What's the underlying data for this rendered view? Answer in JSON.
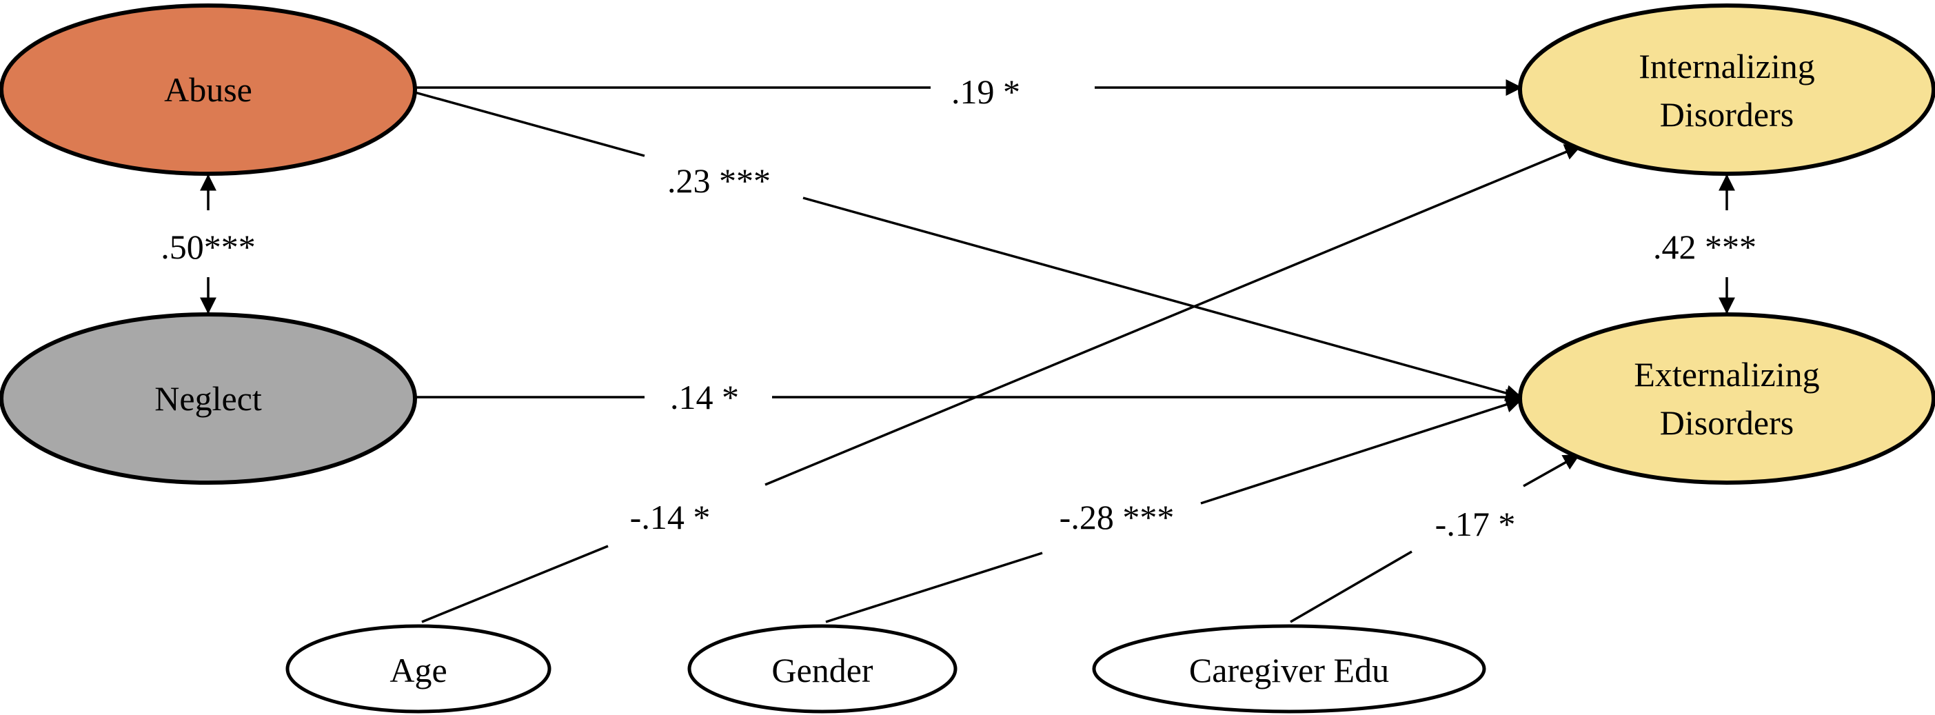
{
  "nodes": {
    "abuse": {
      "label": "Abuse",
      "fill": "#DC7B52"
    },
    "neglect": {
      "label": "Neglect",
      "fill": "#A8A8A8"
    },
    "internalizing": {
      "line1": "Internalizing",
      "line2": "Disorders",
      "fill": "#F7E195"
    },
    "externalizing": {
      "line1": "Externalizing",
      "line2": "Disorders",
      "fill": "#F7E195"
    },
    "age": {
      "label": "Age",
      "fill": "#FFFFFF"
    },
    "gender": {
      "label": "Gender",
      "fill": "#FFFFFF"
    },
    "caregiver_edu": {
      "label": "Caregiver Edu",
      "fill": "#FFFFFF"
    }
  },
  "paths": {
    "abuse_internalizing": ".19 *",
    "abuse_externalizing": ".23 ***",
    "abuse_neglect": ".50***",
    "neglect_externalizing": ".14 *",
    "internalizing_externalizing": ".42 ***",
    "age_internalizing": "-.14 *",
    "gender_externalizing": "-.28 ***",
    "caregiver_externalizing": "-.17 *"
  }
}
